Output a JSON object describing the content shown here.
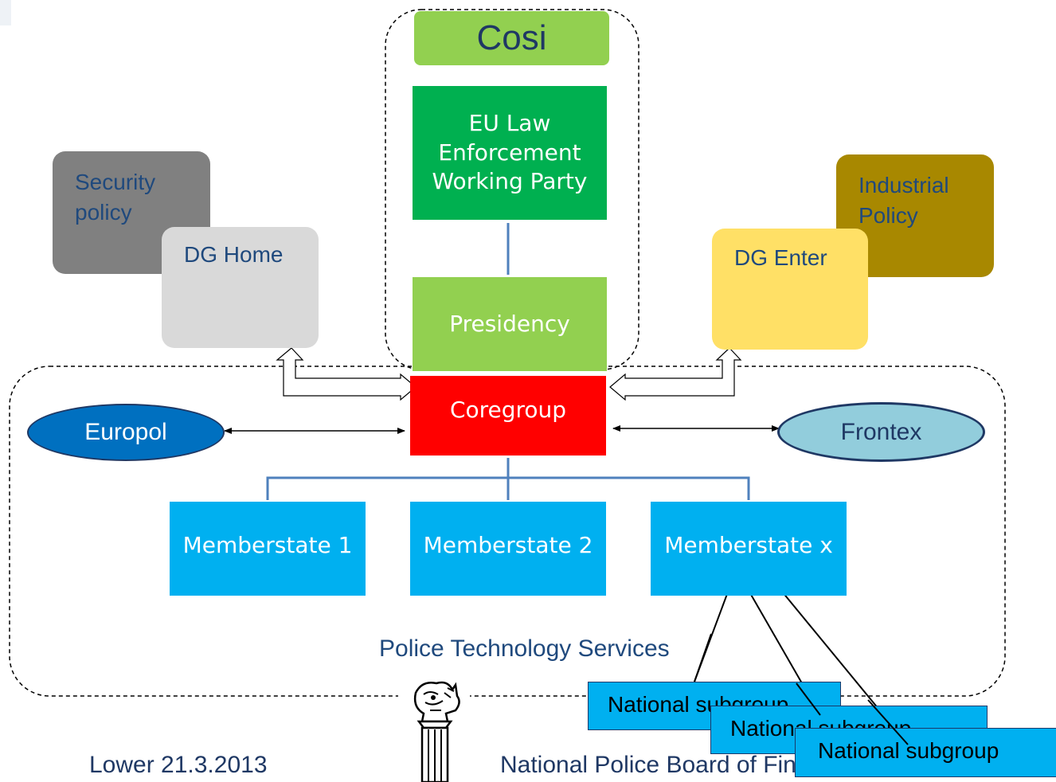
{
  "top_group": {
    "cosi": "Cosi",
    "working_party": "EU Law Enforcement Working Party",
    "presidency": "Presidency"
  },
  "left_group": {
    "security_policy": "Security policy",
    "dg_home": "DG Home"
  },
  "right_group": {
    "industrial_policy": "Industrial Policy",
    "dg_enter": "DG Enter"
  },
  "core": {
    "coregroup": "Coregroup",
    "europol": "Europol",
    "frontex": "Frontex"
  },
  "memberstates": [
    "Memberstate 1",
    "Memberstate 2",
    "Memberstate x"
  ],
  "police_label": "Police Technology Services",
  "subgroups": [
    "National subgroup",
    "National subgroup",
    "National subgroup"
  ],
  "footer": {
    "date": "Lower 21.3.2013",
    "org": "National Police Board of Finland"
  },
  "colors": {
    "cosi_green": "#92d050",
    "wp_green": "#00b050",
    "coregroup_red": "#ff0000",
    "memberstate_blue": "#00b0f0",
    "europol_blue": "#0070c0",
    "frontex_blue": "#92cddc",
    "dg_enter_yellow": "#ffe066",
    "industrial_gold": "#a88800"
  }
}
